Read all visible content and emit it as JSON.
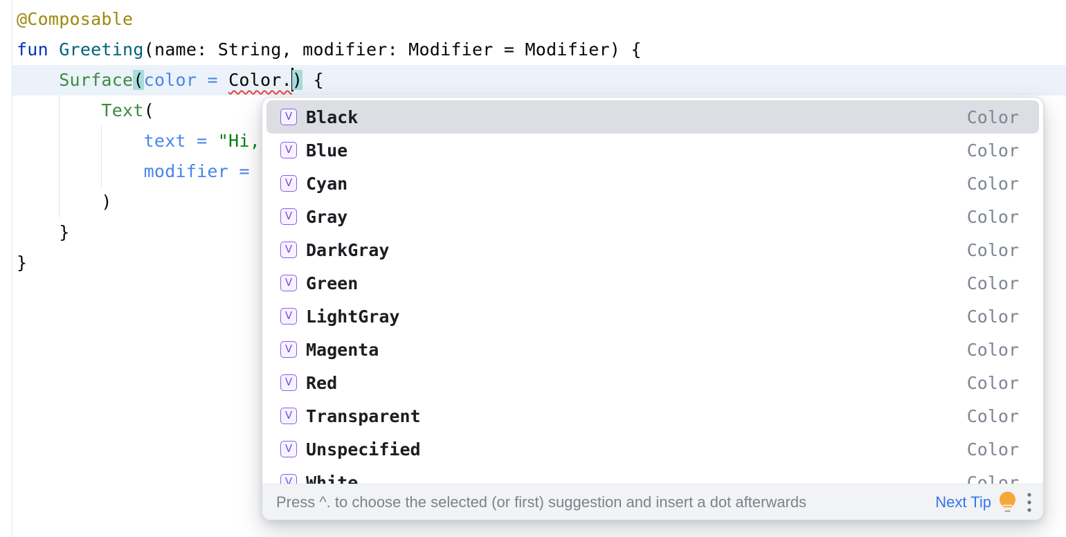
{
  "colors": {
    "plain": "#070707",
    "annotation": "#9E880D",
    "keyword": "#0033B3",
    "fndecl": "#00627A",
    "call": "#3C8C40",
    "named": "#4A86E8",
    "string": "#067D17",
    "squiggle": "#E8423C",
    "paren": "#A7DBDC",
    "caretline": "#EBF2F9",
    "selection": "#DCDEE3",
    "itemtext": "#1B1D22",
    "typelabel": "#7E8593",
    "hinttext": "#7C818C",
    "link": "#3574F0",
    "bulb": "#F5A83A",
    "iconpurple": "#7A4BE8",
    "iconborder": "#8A5CF5",
    "iconbg": "#F7F3FF",
    "popupborder": "#D8DAE0",
    "hintbar": "#F2F3F5",
    "guide": "#E0E2E6",
    "gutter": "#E8E9EC"
  },
  "editor": {
    "lines": [
      {
        "segments": [
          {
            "t": "@Composable",
            "c": "ann"
          }
        ]
      },
      {
        "segments": [
          {
            "t": "fun",
            "c": "kw"
          },
          {
            "t": " ",
            "c": "plain"
          },
          {
            "t": "Greeting",
            "c": "fn"
          },
          {
            "t": "(name: String, modifier: Modifier = Modifier) {",
            "c": "plain"
          }
        ]
      },
      {
        "segments": [
          {
            "t": "    ",
            "c": "plain"
          },
          {
            "t": "Surface",
            "c": "call"
          },
          {
            "t": "(",
            "c": "plain",
            "match": true
          },
          {
            "t": "color = ",
            "c": "named"
          },
          {
            "t": "Color.",
            "c": "plain",
            "squiggle": true
          },
          {
            "caret": true
          },
          {
            "t": ")",
            "c": "plain",
            "match": true
          },
          {
            "t": " {",
            "c": "plain"
          }
        ]
      },
      {
        "segments": [
          {
            "t": "        ",
            "c": "plain"
          },
          {
            "t": "Text",
            "c": "call"
          },
          {
            "t": "(",
            "c": "plain"
          }
        ]
      },
      {
        "segments": [
          {
            "t": "            ",
            "c": "plain"
          },
          {
            "t": "text = ",
            "c": "named"
          },
          {
            "t": "\"Hi,",
            "c": "str"
          }
        ]
      },
      {
        "segments": [
          {
            "t": "            ",
            "c": "plain"
          },
          {
            "t": "modifier = ",
            "c": "named"
          }
        ]
      },
      {
        "segments": [
          {
            "t": "        )",
            "c": "plain"
          }
        ]
      },
      {
        "segments": [
          {
            "t": "    }",
            "c": "plain"
          }
        ]
      },
      {
        "segments": [
          {
            "t": "}",
            "c": "plain"
          }
        ]
      }
    ]
  },
  "popup": {
    "icon_letter": "V",
    "selected_index": 0,
    "items": [
      {
        "label": "Black",
        "type": "Color"
      },
      {
        "label": "Blue",
        "type": "Color"
      },
      {
        "label": "Cyan",
        "type": "Color"
      },
      {
        "label": "Gray",
        "type": "Color"
      },
      {
        "label": "DarkGray",
        "type": "Color"
      },
      {
        "label": "Green",
        "type": "Color"
      },
      {
        "label": "LightGray",
        "type": "Color"
      },
      {
        "label": "Magenta",
        "type": "Color"
      },
      {
        "label": "Red",
        "type": "Color"
      },
      {
        "label": "Transparent",
        "type": "Color"
      },
      {
        "label": "Unspecified",
        "type": "Color"
      },
      {
        "label": "White",
        "type": "Color"
      }
    ],
    "hint": {
      "text": "Press ^. to choose the selected (or first) suggestion and insert a dot afterwards",
      "action": "Next Tip"
    }
  }
}
